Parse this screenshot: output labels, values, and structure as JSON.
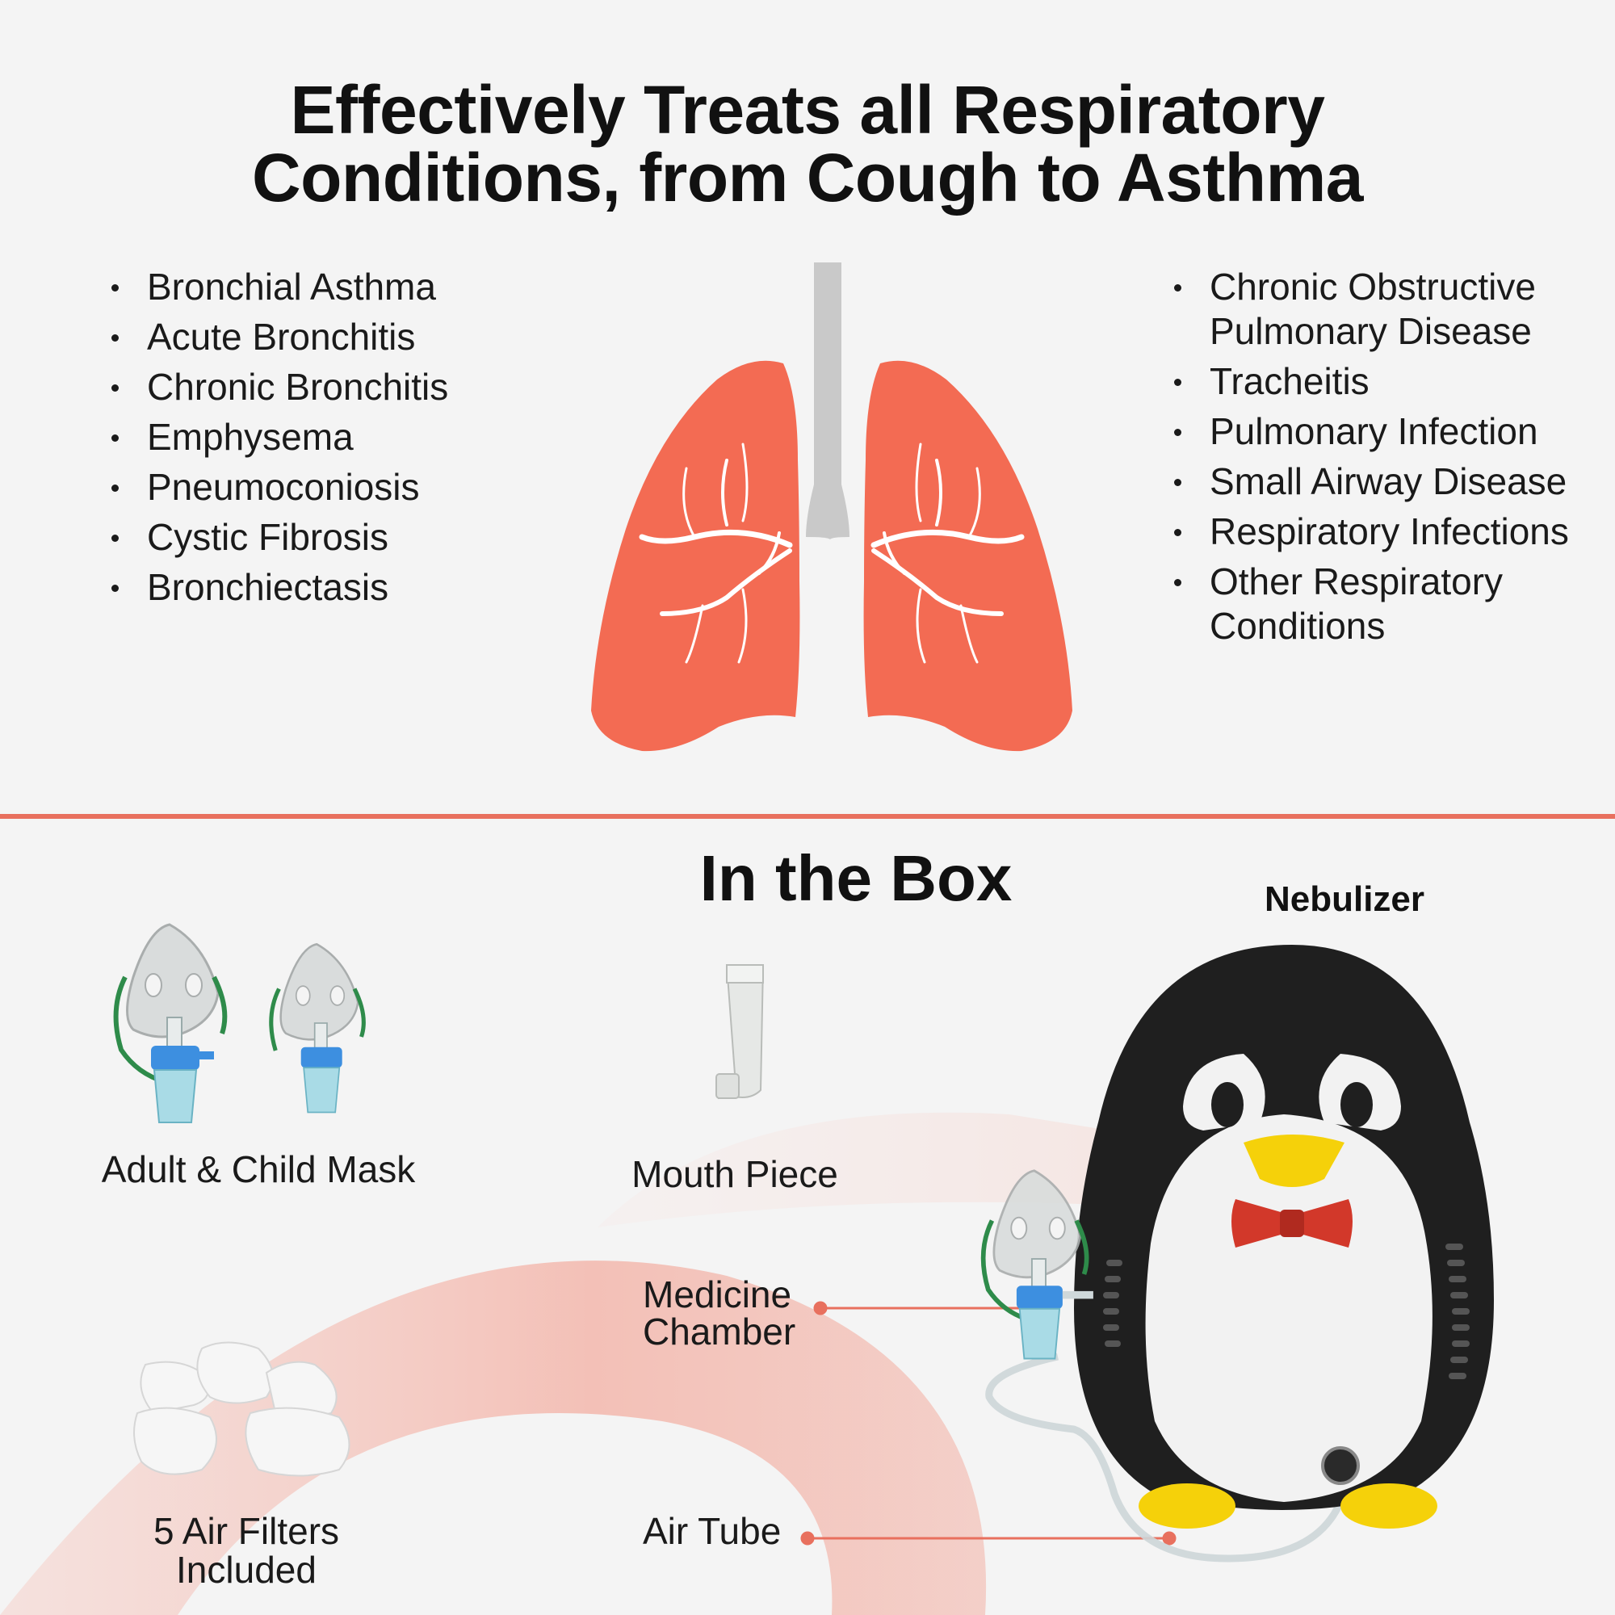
{
  "headline": {
    "line1": "Effectively Treats all Respiratory",
    "line2": "Conditions, from Cough to Asthma"
  },
  "conditions_left": [
    "Bronchial Asthma",
    "Acute Bronchitis",
    "Chronic Bronchitis",
    "Emphysema",
    "Pneumoconiosis",
    "Cystic Fibrosis",
    "Bronchiectasis"
  ],
  "conditions_right": [
    "Chronic Obstructive Pulmonary Disease",
    "Tracheitis",
    "Pulmonary Infection",
    "Small Airway Disease",
    "Respiratory Infections",
    "Other Respiratory Conditions"
  ],
  "in_the_box": {
    "title": "In the Box",
    "nebulizer_label": "Nebulizer",
    "mask_label": "Adult & Child Mask",
    "mouthpiece_label": "Mouth Piece",
    "filters_label_line1": "5 Air Filters",
    "filters_label_line2": "Included",
    "medicine_chamber_line1": "Medicine",
    "medicine_chamber_line2": "Chamber",
    "air_tube_label": "Air Tube"
  },
  "colors": {
    "accent": "#e8705e",
    "lungs": "#f36b53",
    "trachea": "#c9c9c9",
    "background": "#f4f4f4",
    "mask_blue": "#3d8fe0",
    "strap_green": "#2e8b4a",
    "penguin_black": "#1f1f1f",
    "beak_yellow": "#f5d10a",
    "bowtie_red": "#d2382a"
  },
  "icons": [
    "lungs-icon",
    "face-mask-icon",
    "mouthpiece-icon",
    "air-filter-icon",
    "penguin-nebulizer-icon"
  ]
}
